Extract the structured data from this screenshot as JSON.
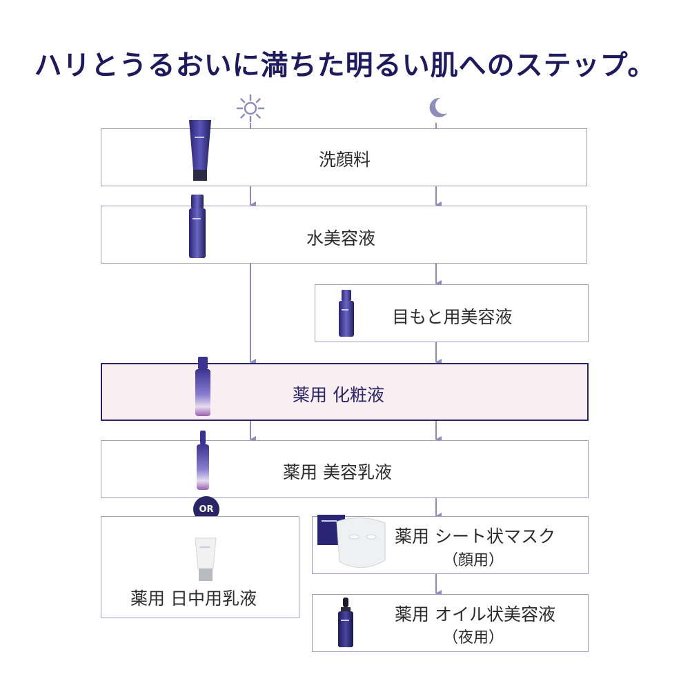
{
  "title": "ハリとうるおいに満ちた明るい肌へのステップ。",
  "icons": {
    "day": "sun-icon",
    "night": "moon-icon"
  },
  "colors": {
    "accent": "#2a2466",
    "line": "#8e8cbb",
    "highlight_bg": "#f9eef1"
  },
  "steps": {
    "cleanser": {
      "label": "洗顔料"
    },
    "water_essence": {
      "label": "水美容液"
    },
    "eye_serum": {
      "label": "目もと用美容液"
    },
    "lotion": {
      "label": "薬用 化粧液"
    },
    "emulsion": {
      "label": "薬用 美容乳液"
    },
    "day_emulsion": {
      "label": "薬用 日中用乳液"
    },
    "sheet_mask": {
      "label": "薬用 シート状マスク",
      "sub": "（顔用）"
    },
    "oil_serum": {
      "label": "薬用 オイル状美容液",
      "sub": "（夜用）"
    }
  },
  "or_badge": "OR"
}
